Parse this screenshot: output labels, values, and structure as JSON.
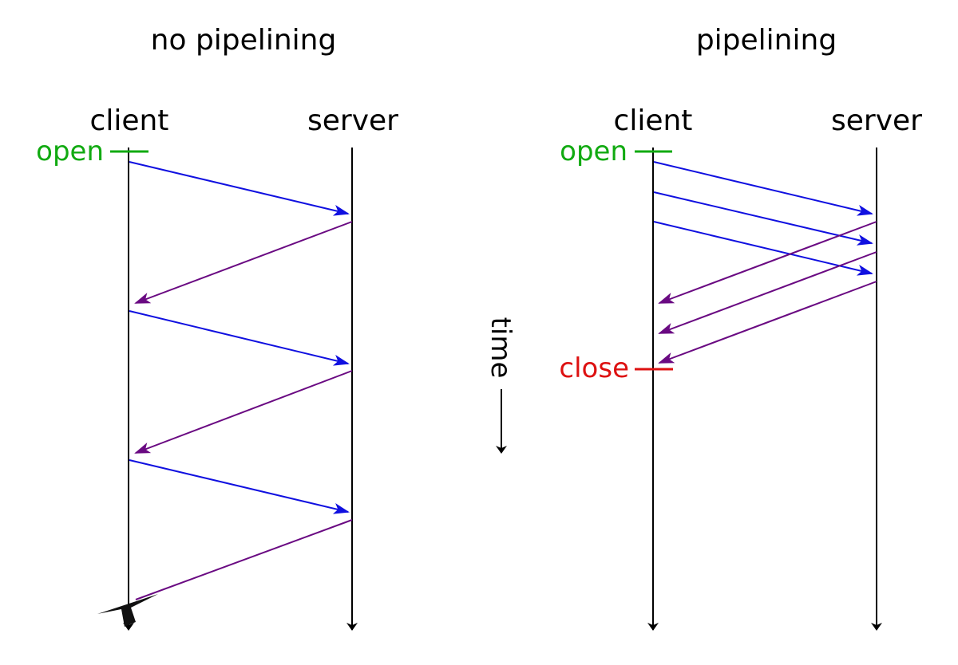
{
  "colors": {
    "request": "#1010e0",
    "response": "#6a0a82",
    "timeline": "#000000",
    "open": "#11aa11",
    "close": "#dd1111"
  },
  "panels": {
    "left": {
      "title": "no pipelining",
      "client_label": "client",
      "server_label": "server",
      "open_label": "open"
    },
    "right": {
      "title": "pipelining",
      "client_label": "client",
      "server_label": "server",
      "open_label": "open",
      "close_label": "close"
    }
  },
  "time_label": "time"
}
